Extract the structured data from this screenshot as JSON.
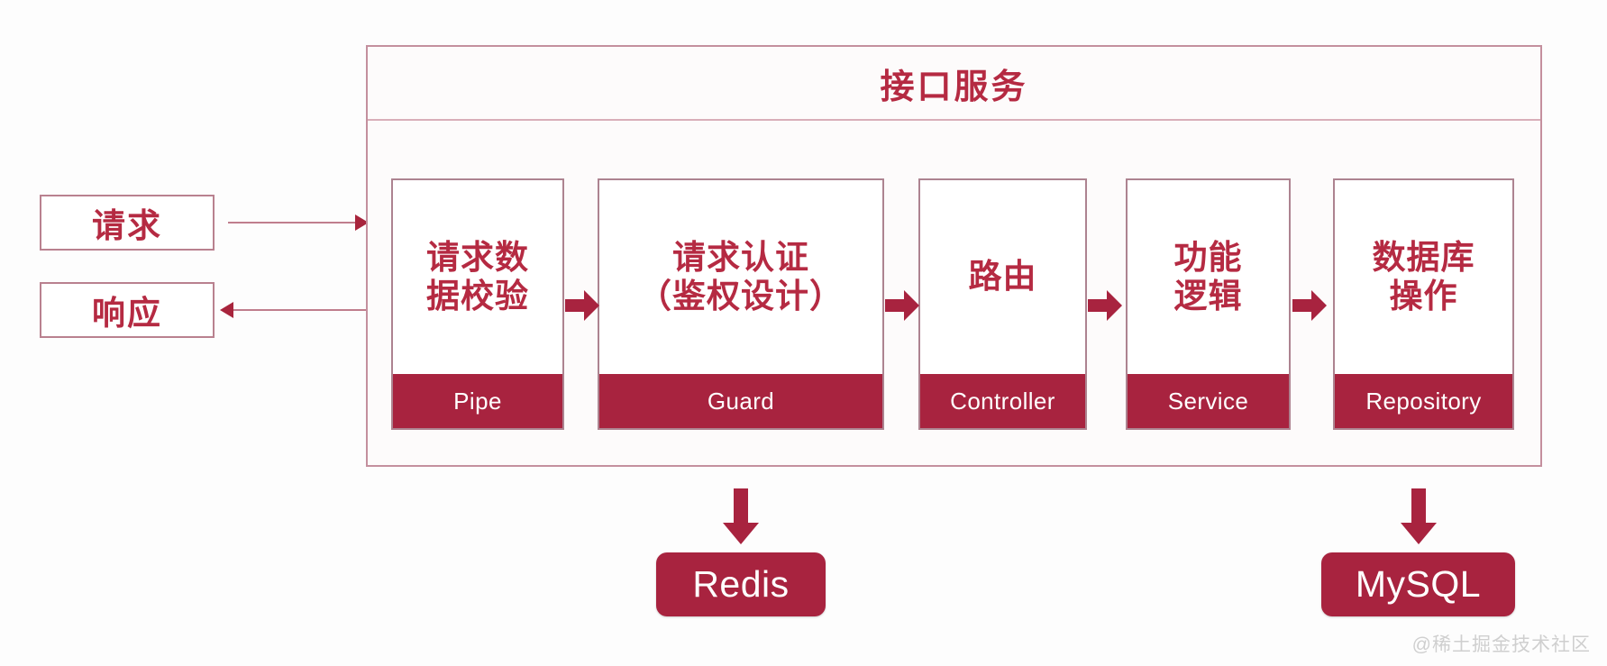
{
  "diagram": {
    "title": "接口服务",
    "io": {
      "request_label": "请求",
      "response_label": "响应"
    },
    "stages": [
      {
        "title": "请求数\n据校验",
        "line1": "请求数",
        "line2": "据校验",
        "tag": "Pipe"
      },
      {
        "title": "请求认证\n（鉴权设计）",
        "line1": "请求认证",
        "line2": "（鉴权设计）",
        "tag": "Guard"
      },
      {
        "title": "路由",
        "line1": "路由",
        "line2": "",
        "tag": "Controller"
      },
      {
        "title": "功能\n逻辑",
        "line1": "功能",
        "line2": "逻辑",
        "tag": "Service"
      },
      {
        "title": "数据库\n操作",
        "line1": "数据库",
        "line2": "操作",
        "tag": "Repository"
      }
    ],
    "datastores": [
      {
        "name": "Redis",
        "source_stage": "Guard"
      },
      {
        "name": "MySQL",
        "source_stage": "Repository"
      }
    ],
    "watermark": "@稀土掘金技术社区",
    "colors": {
      "accent": "#a8233f",
      "text": "#b52a42",
      "border": "#ad8390",
      "line": "#c07e8d",
      "background": "#fdfdfd"
    }
  }
}
